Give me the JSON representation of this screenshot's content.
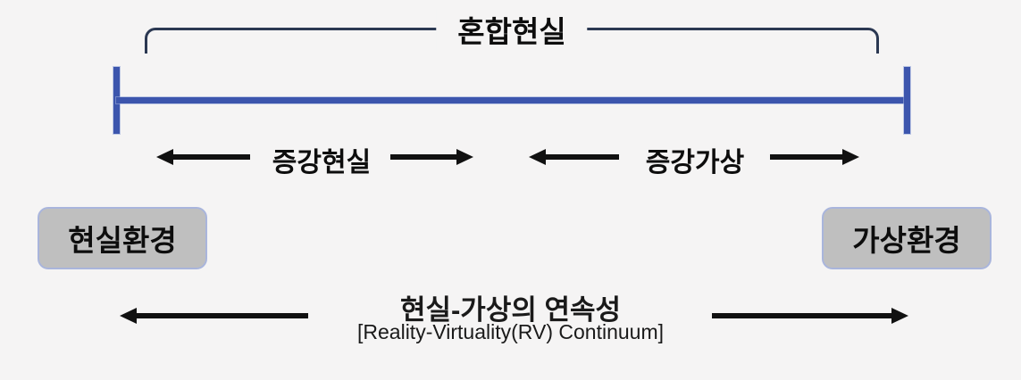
{
  "diagram": {
    "bracket": {
      "label": "혼합현실"
    },
    "sections": {
      "augmented_reality": "증강현실",
      "augmented_virtuality": "증강가상"
    },
    "endpoints": {
      "real_environment": "현실환경",
      "virtual_environment": "가상환경"
    },
    "axis": {
      "title_ko": "현실-가상의 연속성",
      "title_en": "[Reality-Virtuality(RV) Continuum]"
    },
    "colors": {
      "background": "#F5F4F4",
      "bracket_line": "#2B3852",
      "continuum_line": "#3C55AD",
      "continuum_line_halo": "#9AAADA",
      "arrow": "#111111",
      "box_fill": "#BFBFBF",
      "box_border": "#A9B5DC",
      "text": "#0D0D0D"
    }
  }
}
